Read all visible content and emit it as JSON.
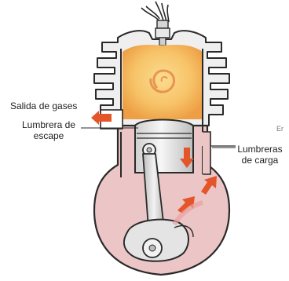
{
  "labels": {
    "exhaust_outlet": "Salida de gases",
    "exhaust_port_line1": "Lumbrera de",
    "exhaust_port_line2": "escape",
    "transfer_ports_line1": "Lumbreras",
    "transfer_ports_line2": "de carga",
    "edge_fragment": "Er"
  },
  "colors": {
    "outline": "#2a2a2a",
    "cylinder_head": "#efefef",
    "combustion_glow": "#f7c368",
    "combustion_swirl": "#e07a3c",
    "crankcase_fill": "#ecc6c6",
    "metal": "#e4e4e4",
    "arrow": "#e4552a"
  }
}
